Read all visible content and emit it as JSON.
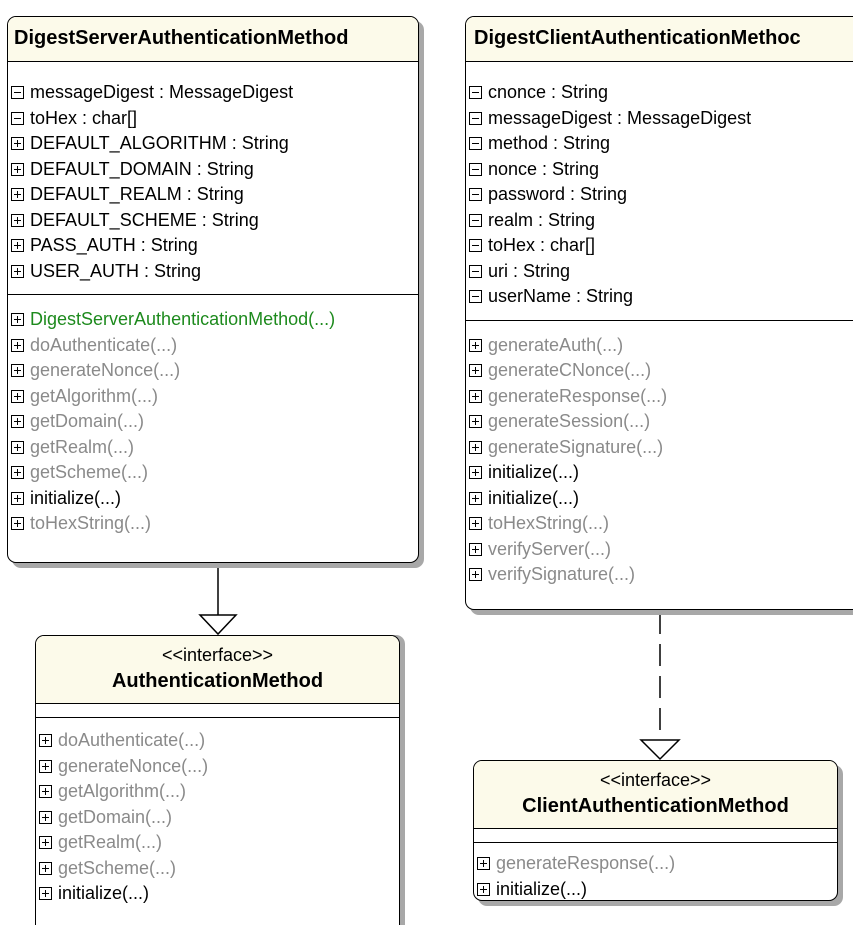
{
  "server_class": {
    "name": "DigestServerAuthenticationMethod",
    "attributes": [
      {
        "text": "messageDigest : MessageDigest",
        "icon": "minus"
      },
      {
        "text": "toHex : char[]",
        "icon": "minus"
      },
      {
        "text": "DEFAULT_ALGORITHM : String",
        "icon": "plus"
      },
      {
        "text": "DEFAULT_DOMAIN : String",
        "icon": "plus"
      },
      {
        "text": "DEFAULT_REALM : String",
        "icon": "plus"
      },
      {
        "text": "DEFAULT_SCHEME : String",
        "icon": "plus"
      },
      {
        "text": "PASS_AUTH : String",
        "icon": "plus"
      },
      {
        "text": "USER_AUTH : String",
        "icon": "plus"
      }
    ],
    "methods": [
      {
        "text": "DigestServerAuthenticationMethod(...)",
        "style": "green"
      },
      {
        "text": "doAuthenticate(...)",
        "style": "gray"
      },
      {
        "text": "generateNonce(...)",
        "style": "gray"
      },
      {
        "text": "getAlgorithm(...)",
        "style": "gray"
      },
      {
        "text": "getDomain(...)",
        "style": "gray"
      },
      {
        "text": "getRealm(...)",
        "style": "gray"
      },
      {
        "text": "getScheme(...)",
        "style": "gray"
      },
      {
        "text": "initialize(...)",
        "style": "black"
      },
      {
        "text": "toHexString(...)",
        "style": "gray"
      }
    ]
  },
  "client_class": {
    "name": "DigestClientAuthenticationMethoc",
    "attributes": [
      {
        "text": "cnonce : String",
        "icon": "minus"
      },
      {
        "text": "messageDigest : MessageDigest",
        "icon": "minus"
      },
      {
        "text": "method : String",
        "icon": "minus"
      },
      {
        "text": "nonce : String",
        "icon": "minus"
      },
      {
        "text": "password : String",
        "icon": "minus"
      },
      {
        "text": "realm : String",
        "icon": "minus"
      },
      {
        "text": "toHex : char[]",
        "icon": "minus"
      },
      {
        "text": "uri : String",
        "icon": "minus"
      },
      {
        "text": "userName : String",
        "icon": "minus"
      }
    ],
    "methods": [
      {
        "text": "generateAuth(...)",
        "style": "gray"
      },
      {
        "text": "generateCNonce(...)",
        "style": "gray"
      },
      {
        "text": "generateResponse(...)",
        "style": "gray"
      },
      {
        "text": "generateSession(...)",
        "style": "gray"
      },
      {
        "text": "generateSignature(...)",
        "style": "gray"
      },
      {
        "text": "initialize(...)",
        "style": "black"
      },
      {
        "text": "initialize(...)",
        "style": "black"
      },
      {
        "text": "toHexString(...)",
        "style": "gray"
      },
      {
        "text": "verifyServer(...)",
        "style": "gray"
      },
      {
        "text": "verifySignature(...)",
        "style": "gray"
      }
    ]
  },
  "auth_interface": {
    "stereotype": "<<interface>>",
    "name": "AuthenticationMethod",
    "methods": [
      {
        "text": "doAuthenticate(...)",
        "style": "gray"
      },
      {
        "text": "generateNonce(...)",
        "style": "gray"
      },
      {
        "text": "getAlgorithm(...)",
        "style": "gray"
      },
      {
        "text": "getDomain(...)",
        "style": "gray"
      },
      {
        "text": "getRealm(...)",
        "style": "gray"
      },
      {
        "text": "getScheme(...)",
        "style": "gray"
      },
      {
        "text": "initialize(...)",
        "style": "black"
      }
    ]
  },
  "client_interface": {
    "stereotype": "<<interface>>",
    "name": "ClientAuthenticationMethod",
    "methods": [
      {
        "text": "generateResponse(...)",
        "style": "gray"
      },
      {
        "text": "initialize(...)",
        "style": "black"
      }
    ]
  },
  "colors": {
    "header_bg": "#fcfaea",
    "shadow": "#a8a8a8",
    "gray_text": "#8a8a8a",
    "green_text": "#1d8a1d"
  }
}
